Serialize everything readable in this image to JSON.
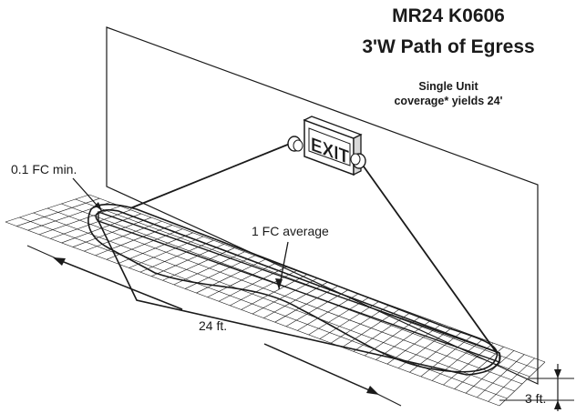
{
  "title": {
    "line1": "MR24 K0606",
    "line2": "3'W Path of Egress"
  },
  "subtitle": {
    "line1": "Single Unit",
    "line2": "coverage* yields  24'"
  },
  "labels": {
    "min_fc": "0.1 FC min.",
    "avg_fc": "1 FC average",
    "length": "24 ft.",
    "width": "3 ft.",
    "sign_text": "EXIT"
  },
  "colors": {
    "line": "#1a1a1a",
    "background": "#ffffff"
  }
}
